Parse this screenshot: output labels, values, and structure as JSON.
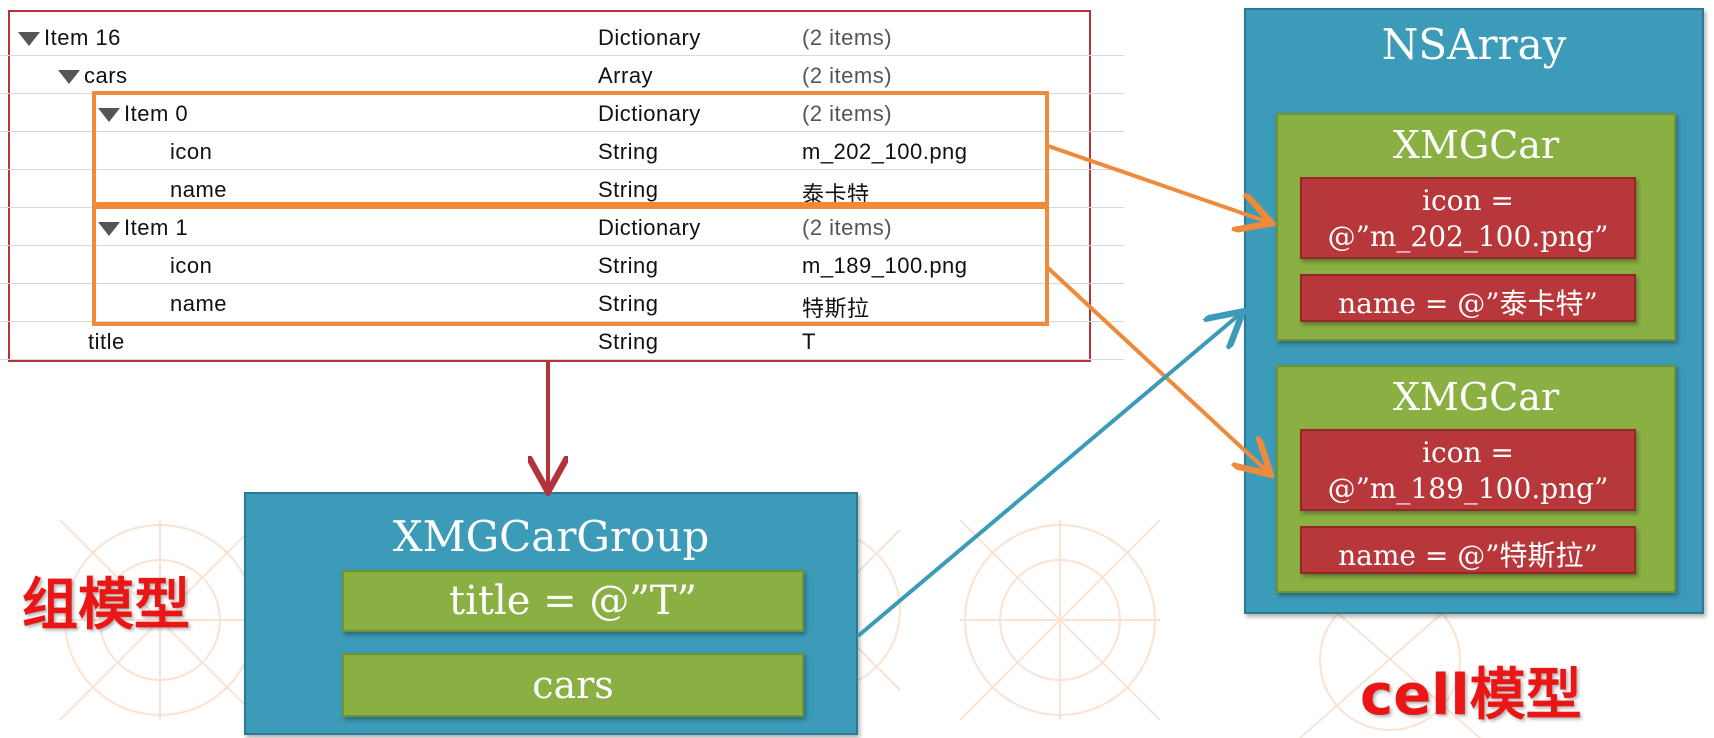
{
  "plist": {
    "rows": [
      {
        "key": "Item 16",
        "type": "Dictionary",
        "value": "(2 items)",
        "expander": true
      },
      {
        "key": "cars",
        "type": "Array",
        "value": "(2 items)",
        "expander": true
      },
      {
        "key": "Item 0",
        "type": "Dictionary",
        "value": "(2 items)",
        "expander": true
      },
      {
        "key": "icon",
        "type": "String",
        "value": "m_202_100.png",
        "expander": false
      },
      {
        "key": "name",
        "type": "String",
        "value": "泰卡特",
        "expander": false
      },
      {
        "key": "Item 1",
        "type": "Dictionary",
        "value": "(2 items)",
        "expander": true
      },
      {
        "key": "icon",
        "type": "String",
        "value": "m_189_100.png",
        "expander": false
      },
      {
        "key": "name",
        "type": "String",
        "value": "特斯拉",
        "expander": false
      },
      {
        "key": "title",
        "type": "String",
        "value": "T",
        "expander": false
      }
    ]
  },
  "group_model": {
    "title": "XMGCarGroup",
    "title_field": "title = @”T”",
    "cars_field": "cars",
    "label": "组模型"
  },
  "array_model": {
    "title": "NSArray",
    "cars": [
      {
        "title": "XMGCar",
        "icon": "icon =\n@”m_202_100.png”",
        "name": "name = @”泰卡特”"
      },
      {
        "title": "XMGCar",
        "icon": "icon =\n@”m_189_100.png”",
        "name": "name = @”特斯拉”"
      }
    ],
    "label": "cell模型"
  },
  "colors": {
    "orange_arrow": "#ee8a3a",
    "blue_arrow": "#3c9bb8",
    "red_arrow": "#b2343a",
    "blue_box": "#3c9bb8",
    "green_box": "#8ab043",
    "red_box": "#b8373b",
    "label_red": "#ea1515"
  }
}
